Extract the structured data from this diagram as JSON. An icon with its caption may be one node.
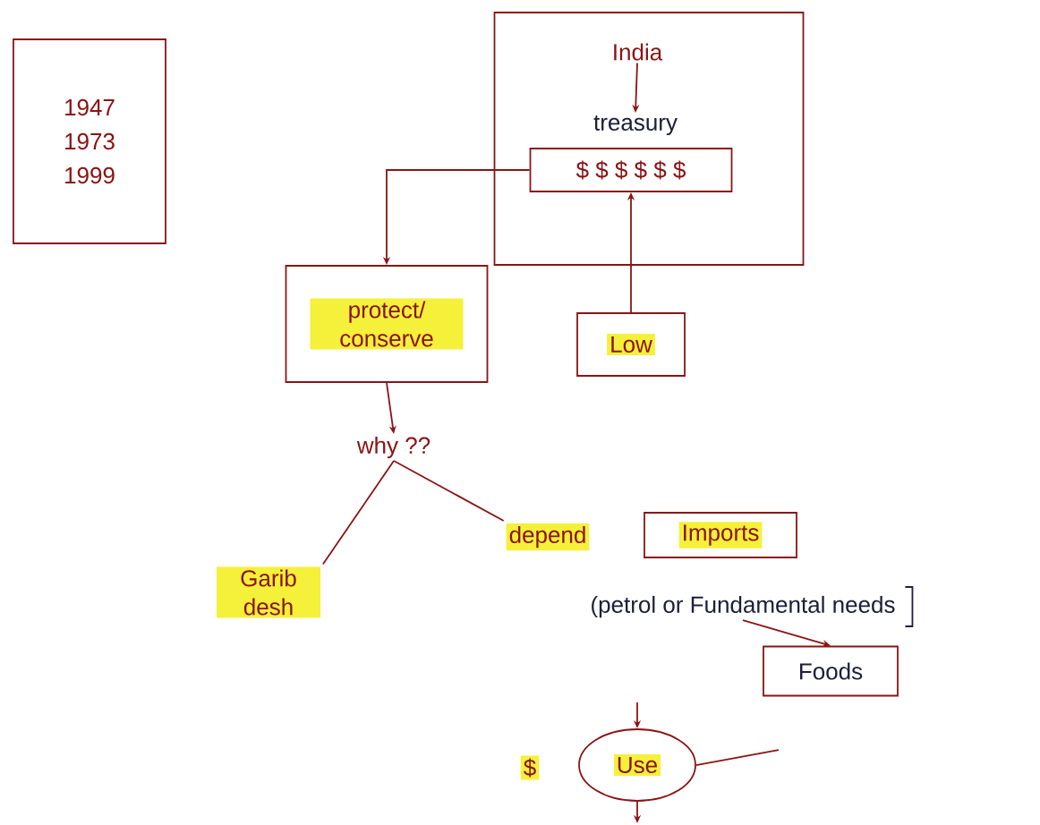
{
  "diagram": {
    "nodes": [
      {
        "text": [
          "1947",
          "1973",
          "1999"
        ]
      },
      {
        "text": [],
        "shape": "box"
      },
      {
        "text": [
          "India"
        ],
        "in": 1
      },
      {
        "text": [
          "treasury"
        ],
        "in": 1
      },
      {
        "text": [
          "$ $ $ $ $ $"
        ],
        "in": 1
      },
      {
        "text": [
          "protect/ conserve"
        ]
      },
      {
        "text": [
          "Low"
        ]
      },
      {
        "text": [
          "why ??"
        ]
      },
      {
        "text": [
          "Garib desh"
        ]
      },
      {
        "text": [
          "depend"
        ]
      },
      {
        "text": [
          "Imports"
        ]
      },
      {
        "text": [
          "(petrol or Fundamental needs"
        ]
      },
      {
        "text": [
          "Foods"
        ]
      },
      {
        "text": [
          "$"
        ]
      },
      {
        "text": [
          "Use"
        ]
      }
    ],
    "edges": [
      {
        "from": 2,
        "to": 3,
        "arrow": "to"
      },
      {
        "from": 4,
        "to": 5,
        "arrow": "to"
      },
      {
        "from": 6,
        "to": 4,
        "arrow": "to"
      },
      {
        "from": 5,
        "to": 7,
        "arrow": "to"
      },
      {
        "from": 7,
        "to": 8,
        "arrow": "none"
      },
      {
        "from": 7,
        "to": 9,
        "arrow": "none"
      },
      {
        "from": 11,
        "to": 12,
        "arrow": "to"
      },
      {
        "from": null,
        "to": 14,
        "arrow": "to"
      },
      {
        "from": 14,
        "to": null,
        "arrow": "none"
      },
      {
        "from": 14,
        "to": null,
        "arrow": "to"
      }
    ]
  }
}
